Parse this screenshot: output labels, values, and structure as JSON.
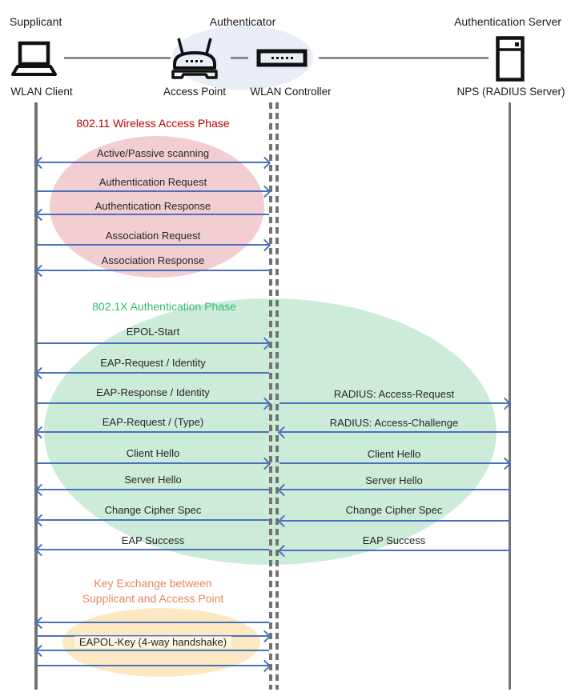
{
  "actors": {
    "supplicant": {
      "role": "Supplicant",
      "device_label": "WLAN Client"
    },
    "authenticator": {
      "role": "Authenticator",
      "access_point_label": "Access Point",
      "controller_label": "WLAN Controller"
    },
    "authentication_server": {
      "role": "Authentication Server",
      "device_label": "NPS (RADIUS Server)"
    }
  },
  "phases": {
    "wireless_access": {
      "title": "802.11 Wireless Access Phase",
      "title_color": "#C00000",
      "fill_color": "#F2CDD1"
    },
    "authentication": {
      "title": "802.1X Authentication Phase",
      "title_color": "#2DBE6E",
      "fill_color": "#CDEBD9"
    },
    "key_exchange": {
      "title_line1": "Key Exchange between",
      "title_line2": "Supplicant and Access Point",
      "title_color": "#E5875A",
      "fill_color": "#FCE9C1",
      "label": "EAPOL-Key (4-way handshake)"
    }
  },
  "messages_left": [
    {
      "label": "Active/Passive scanning",
      "direction": "bidirectional"
    },
    {
      "label": "Authentication Request",
      "direction": "to-authenticator"
    },
    {
      "label": "Authentication Response",
      "direction": "to-supplicant"
    },
    {
      "label": "Association Request",
      "direction": "to-authenticator"
    },
    {
      "label": "Association Response",
      "direction": "to-supplicant"
    },
    {
      "label": "EPOL-Start",
      "direction": "to-authenticator"
    },
    {
      "label": "EAP-Request / Identity",
      "direction": "to-supplicant"
    },
    {
      "label": "EAP-Response / Identity",
      "direction": "to-authenticator"
    },
    {
      "label": "EAP-Request / (Type)",
      "direction": "to-supplicant"
    },
    {
      "label": "Client Hello",
      "direction": "to-authenticator"
    },
    {
      "label": "Server Hello",
      "direction": "to-supplicant"
    },
    {
      "label": "Change Cipher Spec",
      "direction": "to-supplicant"
    },
    {
      "label": "EAP Success",
      "direction": "to-supplicant"
    }
  ],
  "messages_right": [
    {
      "label": "RADIUS: Access-Request",
      "direction": "to-server"
    },
    {
      "label": "RADIUS: Access-Challenge",
      "direction": "to-authenticator"
    },
    {
      "label": "Client Hello",
      "direction": "to-server"
    },
    {
      "label": "Server Hello",
      "direction": "to-authenticator"
    },
    {
      "label": "Change Cipher Spec",
      "direction": "to-authenticator"
    },
    {
      "label": "EAP Success",
      "direction": "to-authenticator"
    }
  ],
  "key_exchange_arrows": [
    {
      "direction": "to-supplicant"
    },
    {
      "direction": "to-authenticator"
    },
    {
      "direction": "to-supplicant"
    },
    {
      "direction": "to-authenticator"
    }
  ],
  "colors": {
    "arrow": "#4A72BC",
    "lifeline": "#737373",
    "authenticator_ellipse": "#E9EDF6",
    "icon": "#111111",
    "text": "#262626"
  }
}
